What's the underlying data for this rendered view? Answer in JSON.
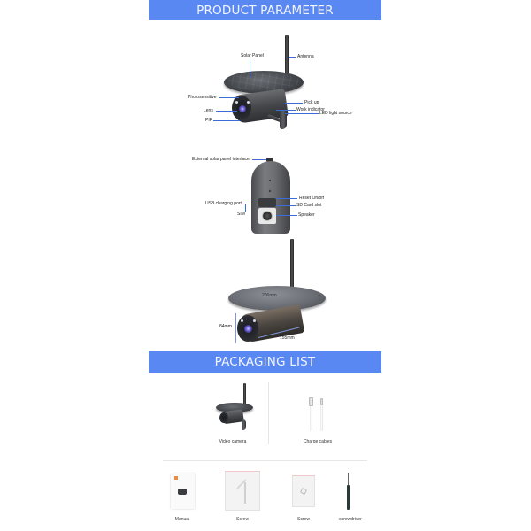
{
  "sections": {
    "product_parameter": {
      "title": "PRODUCT PARAMETER"
    },
    "packaging_list": {
      "title": "PACKAGING LIST"
    }
  },
  "front_view": {
    "labels": {
      "solar_panel": "Solar Panel",
      "antenna": "Antenna",
      "photosensitive": "Photosensitive",
      "pick_up": "Pick up",
      "lens": "Lens",
      "work_indicator": "Work indicator",
      "led_light_source": "LED light source",
      "pir": "PIR"
    }
  },
  "back_view": {
    "labels": {
      "external_solar_panel_interface": "External solar panel interface",
      "reset_on_off": "Reset On/off",
      "usb_charging_port": "USB charging port",
      "sd_card_slot": "SD Card slot",
      "sim": "SIM",
      "speaker": "Speaker"
    }
  },
  "dimensions": {
    "panel_diameter": "206mm",
    "height": "84mm",
    "length": "155mm"
  },
  "packaging_items": [
    {
      "label": "Video camera"
    },
    {
      "label": "Charge cables"
    },
    {
      "label": "Manual"
    },
    {
      "label": "Screw"
    },
    {
      "label": "Screw"
    },
    {
      "label": "screwdriver"
    }
  ],
  "colors": {
    "banner": "#5a88f2",
    "leader_line": "#3c6cd8"
  }
}
